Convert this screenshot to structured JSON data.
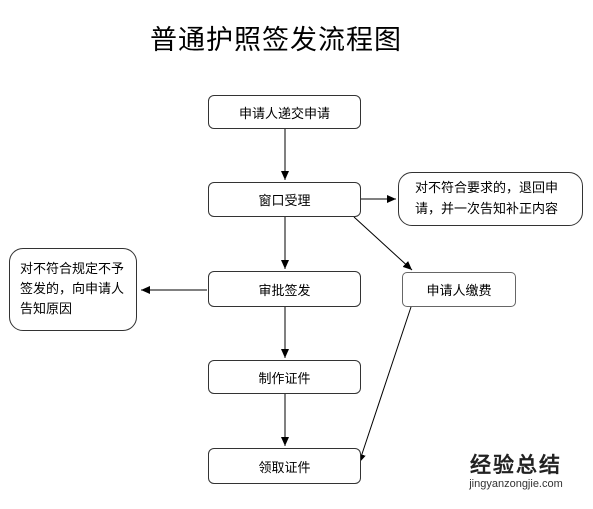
{
  "title": "普通护照签发流程图",
  "nodes": {
    "submit": "申请人递交申请",
    "window": "窗口受理",
    "review": "审批签发",
    "produce": "制作证件",
    "receive": "领取证件",
    "pay": "申请人缴费"
  },
  "notes": {
    "incomplete": "对不符合要求的，退回申请，并一次告知补正内容",
    "rejected": "对不符合规定不予签发的，向申请人告知原因"
  },
  "watermark": {
    "main": "经验总结",
    "sub": "jingyanzongjie.com"
  }
}
